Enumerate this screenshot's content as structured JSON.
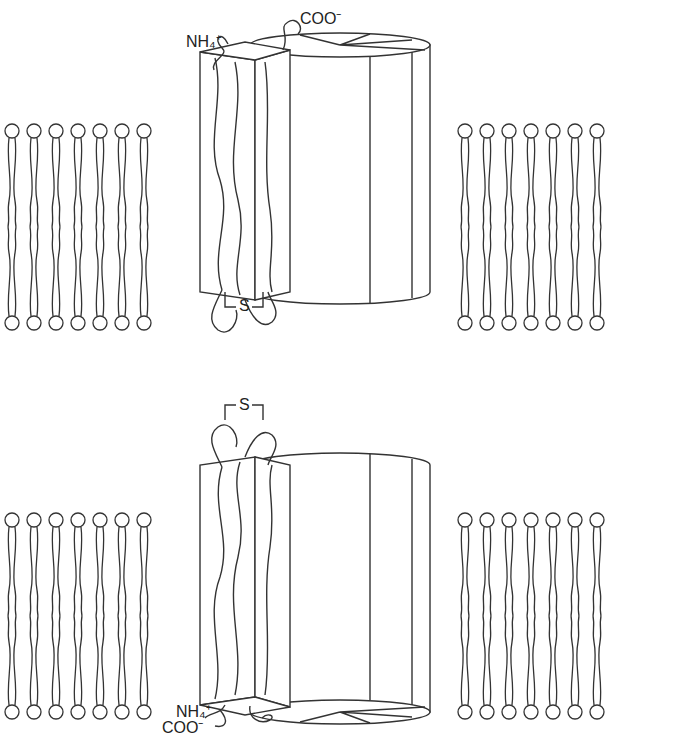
{
  "diagram": {
    "labels": [
      "COO⁻",
      "NH₄⁺",
      "S",
      "S",
      "NH₄⁺",
      "COO⁻"
    ]
  }
}
